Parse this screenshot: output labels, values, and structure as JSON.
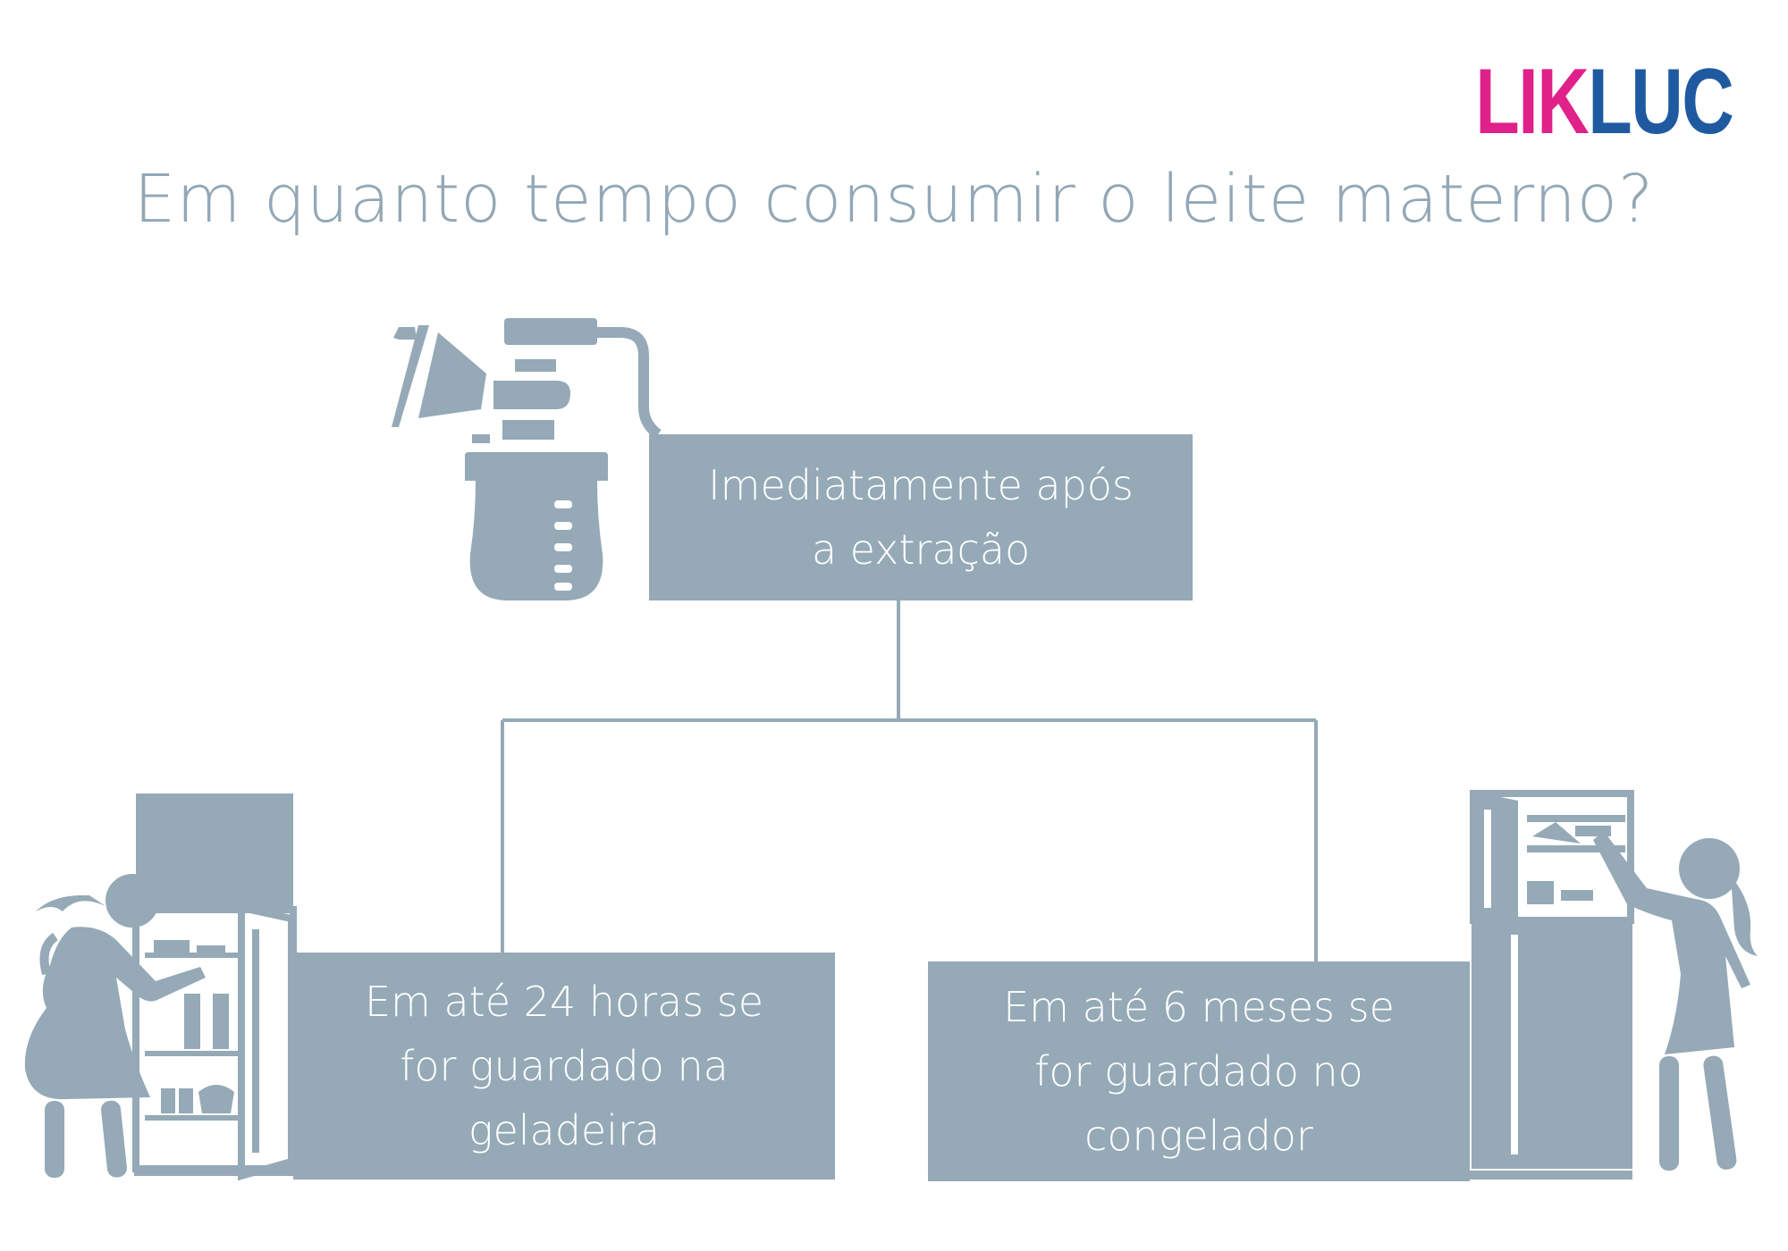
{
  "brand": {
    "part1": "LIK",
    "part2": "LUC",
    "color1": "#e0218a",
    "color2": "#1f5aa0"
  },
  "title": "Em quanto tempo consumir o leite materno?",
  "nodes": {
    "top": "Imediatamente após\na extração",
    "left": "Em até 24 horas se\nfor guardado na\ngeladeira",
    "right": "Em até 6 meses se\nfor guardado no\ncongelador"
  },
  "icons": [
    "breast-pump-icon",
    "woman-refrigerator-icon",
    "woman-freezer-icon"
  ],
  "colors": {
    "accent": "#95a9b7",
    "title": "#93a7b6"
  }
}
